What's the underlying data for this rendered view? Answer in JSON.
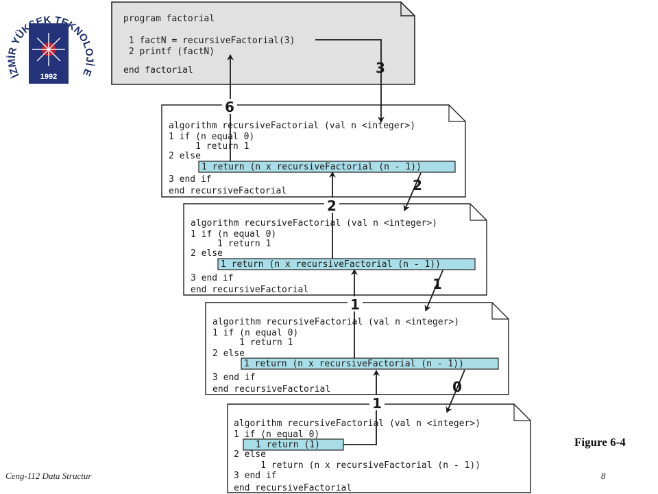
{
  "figure_label": "Figure 6-4",
  "footer": {
    "course": "Ceng-112 Data Structur",
    "page": "8"
  },
  "logo": {
    "ring_text": "İZMİR YÜKSEK TEKNOLOJİ ENSTİTÜSÜ",
    "year": "1992",
    "colors": {
      "navy": "#24327a",
      "red": "#c8202f"
    }
  },
  "program": {
    "lines": [
      "program factorial",
      " 1 factN = recursiveFactorial(3)",
      " 2 printf (factN)",
      "end factorial"
    ]
  },
  "frames": [
    {
      "lines": [
        "algorithm recursiveFactorial (val n <integer>)",
        "1 if (n equal 0)",
        "     1 return 1",
        "2 else",
        "",
        "3 end if",
        "end recursiveFactorial"
      ],
      "highlight": "1 return (n x recursiveFactorial (n - 1))"
    },
    {
      "lines": [
        "algorithm recursiveFactorial (val n <integer>)",
        "1 if (n equal 0)",
        "     1 return 1",
        "2 else",
        "",
        "3 end if",
        "end recursiveFactorial"
      ],
      "highlight": "1 return (n x recursiveFactorial (n - 1))"
    },
    {
      "lines": [
        "algorithm recursiveFactorial (val n <integer>)",
        "1 if (n equal 0)",
        "     1 return 1",
        "2 else",
        "",
        "3 end if",
        "end recursiveFactorial"
      ],
      "highlight": "1 return (n x recursiveFactorial (n - 1))"
    },
    {
      "lines": [
        "algorithm recursiveFactorial (val n <integer>)",
        "1 if (n equal 0)",
        "",
        "2 else",
        "     1 return (n x recursiveFactorial (n - 1))",
        "3 end if",
        "end recursiveFactorial"
      ],
      "highlight": "1 return (1)"
    }
  ],
  "call_labels": [
    "3",
    "2",
    "1",
    "0"
  ],
  "return_labels": [
    "6",
    "2",
    "1",
    "1"
  ],
  "colors": {
    "program_fill": "#e1e1e1",
    "highlight_fill": "#a9dde8",
    "frame_fill": "#ffffff",
    "stroke": "#222222"
  }
}
